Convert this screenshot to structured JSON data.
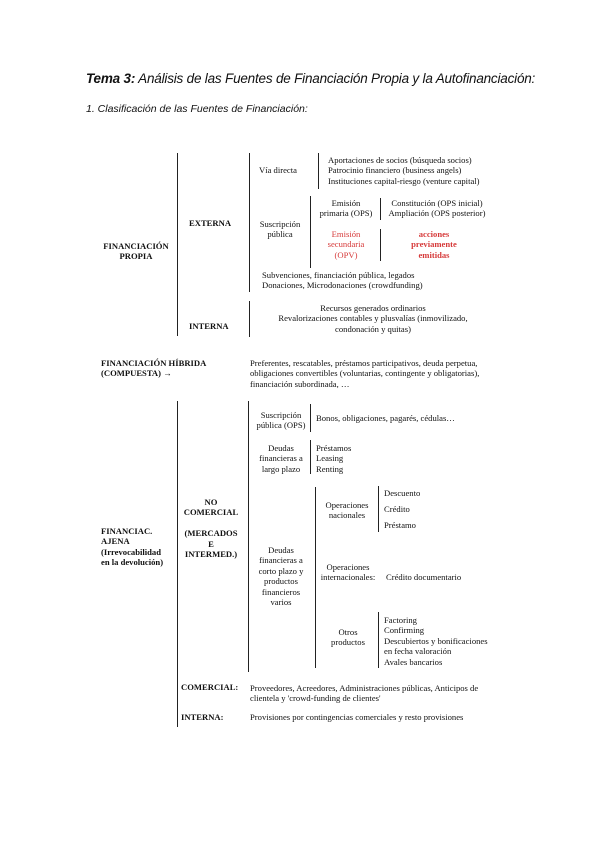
{
  "header": {
    "title_bold": "Tema 3:",
    "title_rest": " Análisis de las Fuentes de Financiación Propia y la Autofinanciación:",
    "subtitle": "1. Clasificación de las Fuentes de Financiación:"
  },
  "propia": {
    "label": [
      "FINANCIACIÓN",
      "PROPIA"
    ],
    "externa": {
      "label": "EXTERNA",
      "via_directa": {
        "label": "Vía directa",
        "items": [
          "Aportaciones de socios (búsqueda socios)",
          "Patrocinio financiero (business angels)",
          "Instituciones capital-riesgo (venture capital)"
        ]
      },
      "suscripcion": {
        "label": [
          "Suscripción",
          "pública"
        ],
        "emision_primaria": [
          "Emisión",
          "primaria (OPS)"
        ],
        "primaria_items": [
          "Constitución (OPS inicial)",
          "Ampliación (OPS posterior)"
        ],
        "emision_secundaria": [
          "Emisión",
          "secundaria",
          "(OPV)"
        ],
        "secundaria_items": [
          "acciones",
          "previamente",
          "emitidas"
        ]
      },
      "subvenciones": [
        "Subvenciones, financiación pública, legados",
        "Donaciones, Microdonaciones (crowdfunding)"
      ]
    },
    "interna": {
      "label": "INTERNA",
      "items": [
        "Recursos generados ordinarios",
        "Revalorizaciones contables y plusvalías (inmovilizado,",
        "condonación y quitas)"
      ]
    }
  },
  "hibrida": {
    "label": [
      "FINANCIACIÓN HÍBRIDA",
      "(COMPUESTA) →"
    ],
    "items": [
      "Preferentes, rescatables, préstamos participativos, deuda perpetua,",
      "obligaciones convertibles (voluntarias, contingente y obligatorias),",
      "financiación subordinada, …"
    ]
  },
  "ajena": {
    "label": [
      "FINANCIAC.",
      "AJENA",
      "(Irrevocabilidad",
      "en la devolución)"
    ],
    "no_comercial": {
      "label": [
        "NO",
        "COMERCIAL",
        "",
        "(MERCADOS",
        "E",
        "INTERMED.)"
      ],
      "suscripcion_ops": {
        "label": [
          "Suscripción",
          "pública (OPS)"
        ],
        "items": "Bonos, obligaciones, pagarés, cédulas…"
      },
      "largo_plazo": {
        "label": [
          "Deudas",
          "financieras a",
          "largo plazo"
        ],
        "items": [
          "Préstamos",
          "Leasing",
          "Renting"
        ]
      },
      "corto_plazo": {
        "label": [
          "Deudas",
          "financieras a",
          "corto plazo y",
          "productos",
          "financieros",
          "varios"
        ],
        "nacionales": {
          "label": [
            "Operaciones",
            "nacionales"
          ],
          "items": [
            "Descuento",
            "Crédito",
            "Préstamo"
          ]
        },
        "internacionales": {
          "label": [
            "Operaciones",
            "internacionales:"
          ],
          "item": "Crédito documentario"
        },
        "otros": {
          "label": [
            "Otros",
            "productos"
          ],
          "items": [
            "Factoring",
            "Confirming",
            "Descubiertos y bonificaciones",
            "en fecha valoración",
            "Avales bancarios"
          ]
        }
      }
    },
    "comercial": {
      "label": "COMERCIAL:",
      "items": [
        "Proveedores, Acreedores, Administraciones públicas, Anticipos de",
        "clientela y 'crowd-funding de clientes'"
      ]
    },
    "interna": {
      "label": "INTERNA:",
      "item": "Provisiones por contingencias comerciales y resto provisiones"
    }
  }
}
